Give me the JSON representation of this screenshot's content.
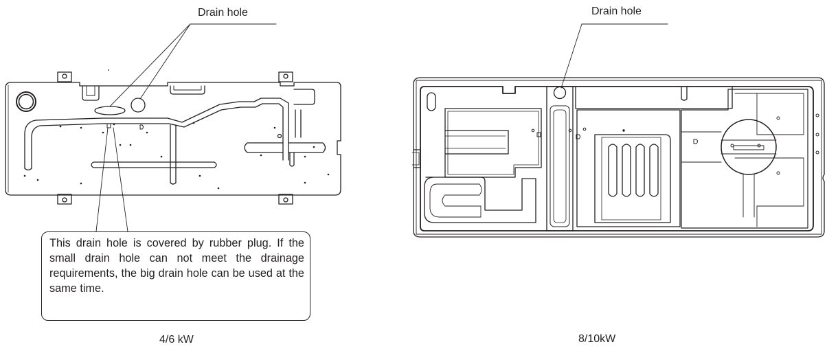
{
  "left_unit": {
    "drain_label": "Drain hole",
    "note": "This drain hole is covered by rubber plug. If the small drain hole can not meet the drainage requirements, the big drain hole can be used at the same time.",
    "caption": "4/6 kW"
  },
  "right_unit": {
    "drain_label": "Drain hole",
    "caption": "8/10kW"
  }
}
